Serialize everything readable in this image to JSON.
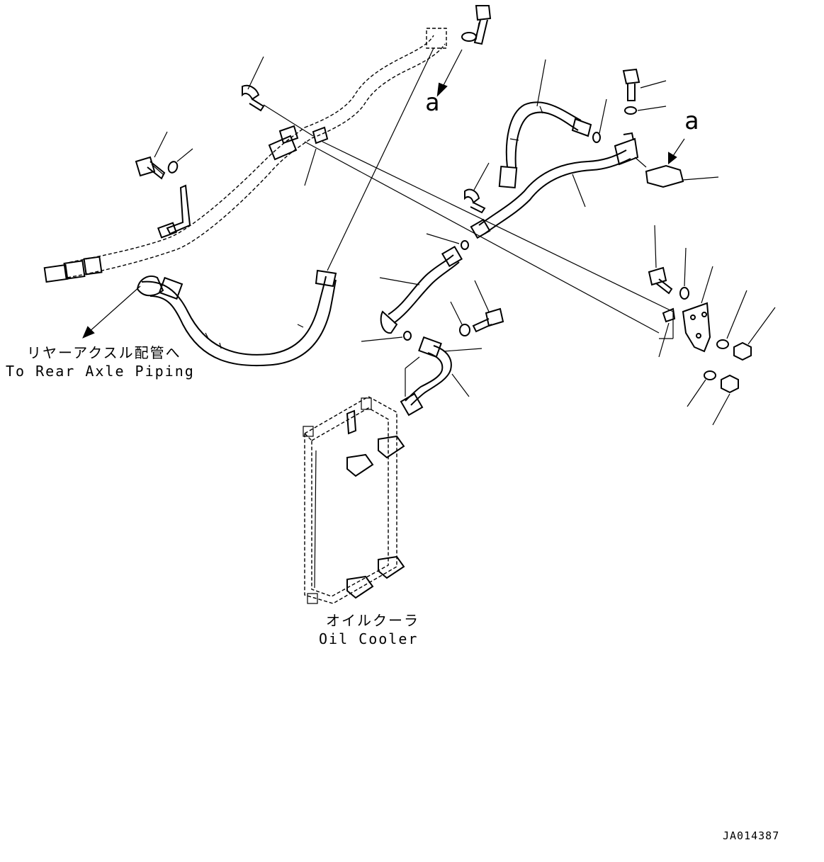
{
  "labels": {
    "ref_a_left": "a",
    "ref_a_right": "a",
    "rear_axle_jp": "リヤーアクスル配管へ",
    "rear_axle_en": "To Rear Axle Piping",
    "oil_cooler_jp": "オイルクーラ",
    "oil_cooler_en": "Oil Cooler",
    "drawing_id": "JA014387"
  }
}
